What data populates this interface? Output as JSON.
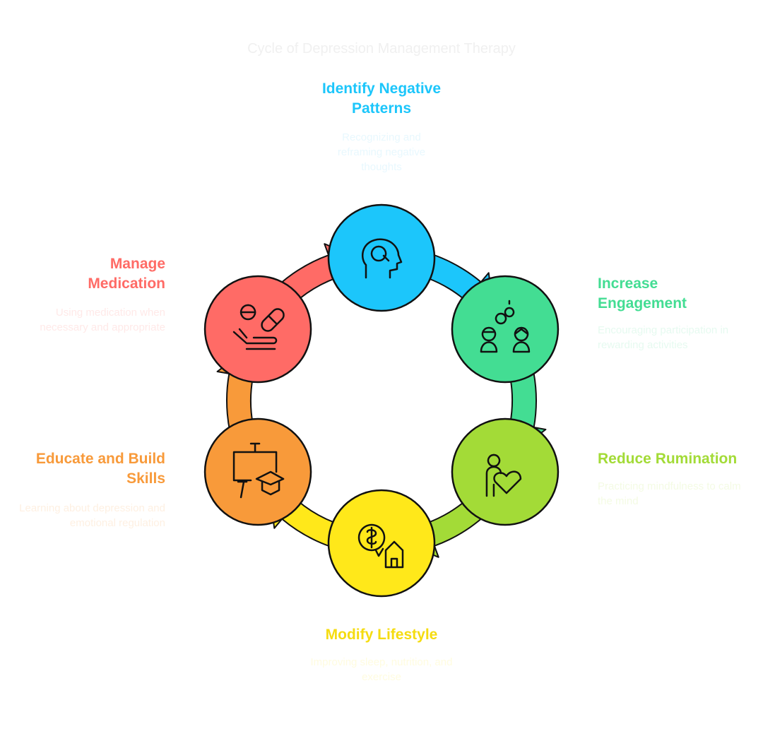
{
  "title": "Cycle of Depression Management Therapy",
  "steps": [
    {
      "label": "Identify Negative Patterns",
      "description": "Recognizing and reframing negative thoughts",
      "color": "#1CC6FB",
      "desc_color": "#E8F8FE",
      "icon": "head-magnifier-icon"
    },
    {
      "label": "Increase Engagement",
      "description": "Encouraging participation in rewarding activities",
      "color": "#43DD93",
      "desc_color": "#E6FAF0",
      "icon": "people-link-icon"
    },
    {
      "label": "Reduce Rumination",
      "description": "Practicing mindfulness to calm the mind",
      "color": "#A3DB37",
      "desc_color": "#F4FBE4",
      "icon": "person-heart-icon"
    },
    {
      "label": "Modify Lifestyle",
      "description": "Improving sleep, nutrition, and exercise",
      "color": "#FFE81A",
      "desc_color": "#FFFCE0",
      "icon": "money-house-icon"
    },
    {
      "label": "Educate and Build Skills",
      "description": "Learning about depression and emotional regulation",
      "color": "#F89A3A",
      "desc_color": "#FEF0E2",
      "icon": "board-graduation-icon"
    },
    {
      "label": "Manage Medication",
      "description": "Using medication when necessary and appropriate",
      "color": "#FF6B66",
      "desc_color": "#FFE9E8",
      "icon": "hand-pills-icon"
    }
  ]
}
